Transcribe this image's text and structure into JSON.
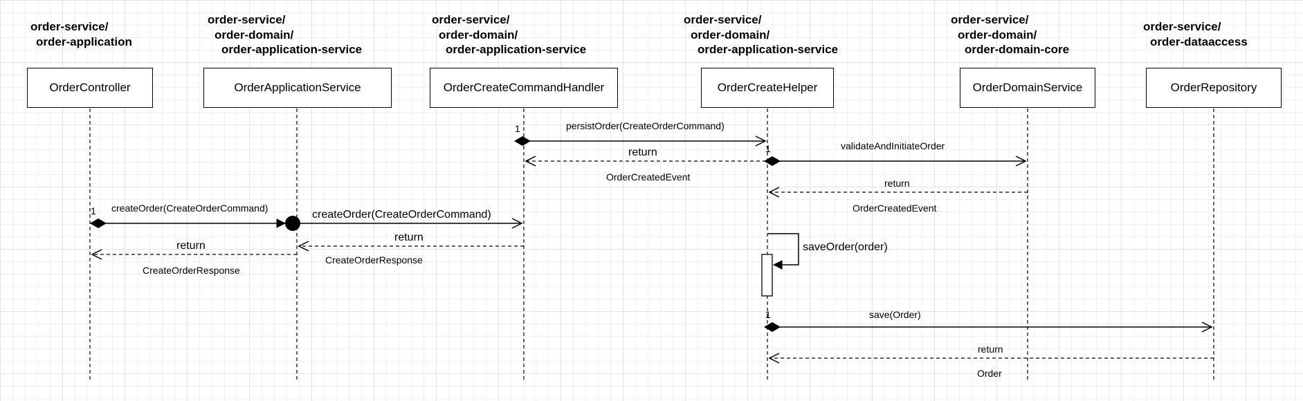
{
  "participants": [
    {
      "id": "controller",
      "package": [
        "order-service/",
        "order-application"
      ],
      "name": "OrderController"
    },
    {
      "id": "appservice",
      "package": [
        "order-service/",
        "order-domain/",
        "order-application-service"
      ],
      "name": "OrderApplicationService"
    },
    {
      "id": "handler",
      "package": [
        "order-service/",
        "order-domain/",
        "order-application-service"
      ],
      "name": "OrderCreateCommandHandler"
    },
    {
      "id": "helper",
      "package": [
        "order-service/",
        "order-domain/",
        "order-application-service"
      ],
      "name": "OrderCreateHelper"
    },
    {
      "id": "domainservice",
      "package": [
        "order-service/",
        "order-domain/",
        "order-domain-core"
      ],
      "name": "OrderDomainService"
    },
    {
      "id": "repository",
      "package": [
        "order-service/",
        "order-dataaccess"
      ],
      "name": "OrderRepository"
    }
  ],
  "messages": {
    "persist_order": {
      "label": "persistOrder(CreateOrderCommand)",
      "multiplicity": "1"
    },
    "return_to_handler": {
      "label": "return",
      "sublabel": "OrderCreatedEvent"
    },
    "validate": {
      "label": "validateAndInitiateOrder",
      "multiplicity": "1"
    },
    "return_from_domain": {
      "label": "return",
      "sublabel": "OrderCreatedEvent"
    },
    "create_order_1": {
      "label": "createOrder(CreateOrderCommand)",
      "multiplicity": "1"
    },
    "create_order_2": {
      "label": "createOrder(CreateOrderCommand)"
    },
    "return_to_appservice": {
      "label": "return",
      "sublabel": "CreateOrderResponse"
    },
    "return_to_controller": {
      "label": "return",
      "sublabel": "CreateOrderResponse"
    },
    "save_order_self": {
      "label": "saveOrder(order)"
    },
    "save": {
      "label": "save(Order)",
      "multiplicity": "1"
    },
    "return_from_repo": {
      "label": "return",
      "sublabel": "Order"
    }
  }
}
